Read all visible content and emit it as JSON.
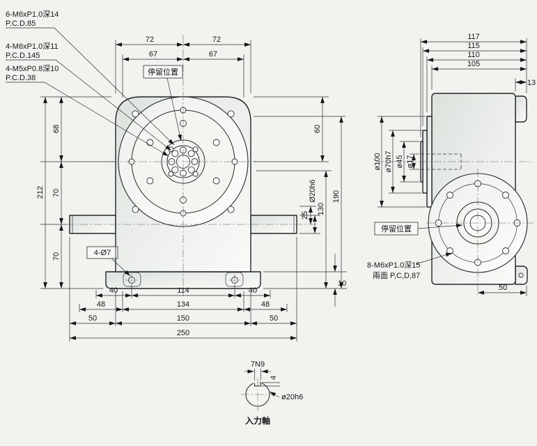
{
  "bg": "#f2f2ef",
  "front": {
    "note_m6_85_l1": "6-M6xP1.0深14",
    "note_m6_85_l2": "P.C.D.85",
    "note_m6_145_l1": "4-M6xP1.0深11",
    "note_m6_145_l2": "P.C.D.145",
    "note_m5_38_l1": "4-M5xP0.8深10",
    "note_m5_38_l2": "P.C.D.38",
    "dwell": "停留位置",
    "corner_holes": "4-Ø7",
    "top72l": "72",
    "top72r": "72",
    "top67l": "67",
    "top67r": "67",
    "h68": "68",
    "h212": "212",
    "h70a": "70",
    "h70b": "70",
    "r60": "60",
    "r190": "190",
    "r130": "130",
    "r25": "25",
    "shaft_dia": "Ø20h6",
    "base_t": "10",
    "b40l": "40",
    "b114": "114",
    "b40r": "40",
    "b48l": "48",
    "b134": "134",
    "b48r": "48",
    "b50l": "50",
    "b150": "150",
    "b50r": "50",
    "b250": "250"
  },
  "side": {
    "w117": "117",
    "w115": "115",
    "w110": "110",
    "w105": "105",
    "t13": "13",
    "d100": "ø100",
    "d70": "ø70h7",
    "d45": "ø45",
    "d17": "ø17",
    "dwell": "停留位置",
    "note_l1": "8-M6xP1.0深15",
    "note_l2": "兩面 P,C,D,87",
    "b50": "50"
  },
  "shaft": {
    "key": "7N9",
    "depth": "4",
    "dia": "ø20h6",
    "title": "入力軸"
  }
}
